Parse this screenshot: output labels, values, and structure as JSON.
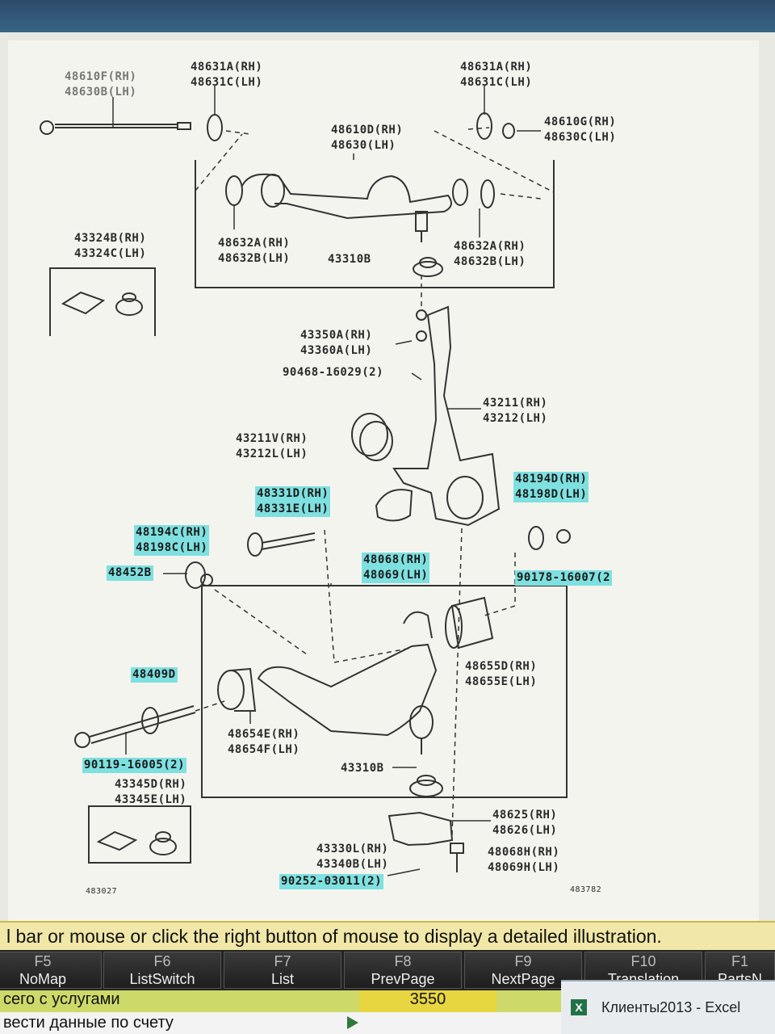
{
  "window": {
    "taskbar_item": "Клиенты2013 - Excel",
    "taskbar_icon": "excel-icon"
  },
  "diagram": {
    "labels": {
      "l48610F": "48610F(RH)\n48630B(LH)",
      "l48631A_left": "48631A(RH)\n48631C(LH)",
      "l48631A_right": "48631A(RH)\n48631C(LH)",
      "l48610G": "48610G(RH)\n48630C(LH)",
      "l48610D": "48610D(RH)\n48630(LH)",
      "l43324B": "43324B(RH)\n43324C(LH)",
      "l48632_left": "48632A(RH)\n48632B(LH)",
      "l43310B_top": "43310B",
      "l48632_right": "48632A(RH)\n48632B(LH)",
      "l43350A": "43350A(RH)\n43360A(LH)",
      "l90468": "90468-16029(2)",
      "l43211": "43211(RH)\n43212(LH)",
      "l43211V": "43211V(RH)\n43212L(LH)",
      "l48194D": "48194D(RH)\n48198D(LH)",
      "l48331D": "48331D(RH)\n48331E(LH)",
      "l48194C": "48194C(RH)\n48198C(LH)",
      "l48452B": "48452B",
      "l48068": "48068(RH)\n48069(LH)",
      "l90178": "90178-16007(2",
      "l48655D": "48655D(RH)\n48655E(LH)",
      "l48409D": "48409D",
      "l48654E": "48654E(RH)\n48654F(LH)",
      "l90119": "90119-16005(2)",
      "l43310B_bottom": "43310B",
      "l43345D": "43345D(RH)\n43345E(LH)",
      "l48625": "48625(RH)\n48626(LH)",
      "l43330L": "43330L(RH)\n43340B(LH)",
      "l48068H": "48068H(RH)\n48069H(LH)",
      "l90252": "90252-03011(2)",
      "code_left": "483027",
      "code_right": "483782"
    }
  },
  "message_bar": "l bar or mouse or click the right button of mouse to display a detailed illustration.",
  "function_keys": [
    {
      "key": "F5",
      "name": "NoMap"
    },
    {
      "key": "F6",
      "name": "ListSwitch"
    },
    {
      "key": "F7",
      "name": "List"
    },
    {
      "key": "F8",
      "name": "PrevPage"
    },
    {
      "key": "F9",
      "name": "NextPage"
    },
    {
      "key": "F10",
      "name": "Translation"
    },
    {
      "key": "F1",
      "name": "PartsN"
    }
  ],
  "excel": {
    "row1_text": "сего с услугами",
    "row1_value": "3550",
    "row2_text": "вести данные по счету"
  },
  "colors": {
    "highlight": "#7fe0e0",
    "message_bar": "#f1e7a8",
    "excel_accent": "#217346"
  }
}
